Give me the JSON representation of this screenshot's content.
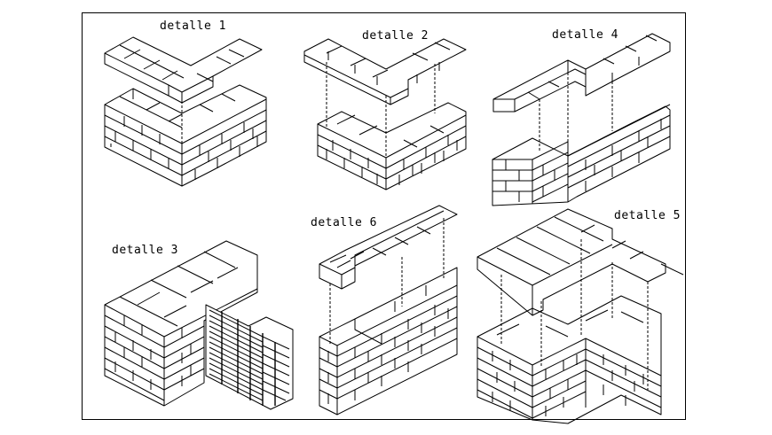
{
  "labels": {
    "d1": "detalle 1",
    "d2": "detalle 2",
    "d4": "detalle 4",
    "d3": "detalle 3",
    "d6": "detalle 6",
    "d5": "detalle 5"
  },
  "colors": {
    "line": "#000000",
    "background": "#ffffff"
  }
}
